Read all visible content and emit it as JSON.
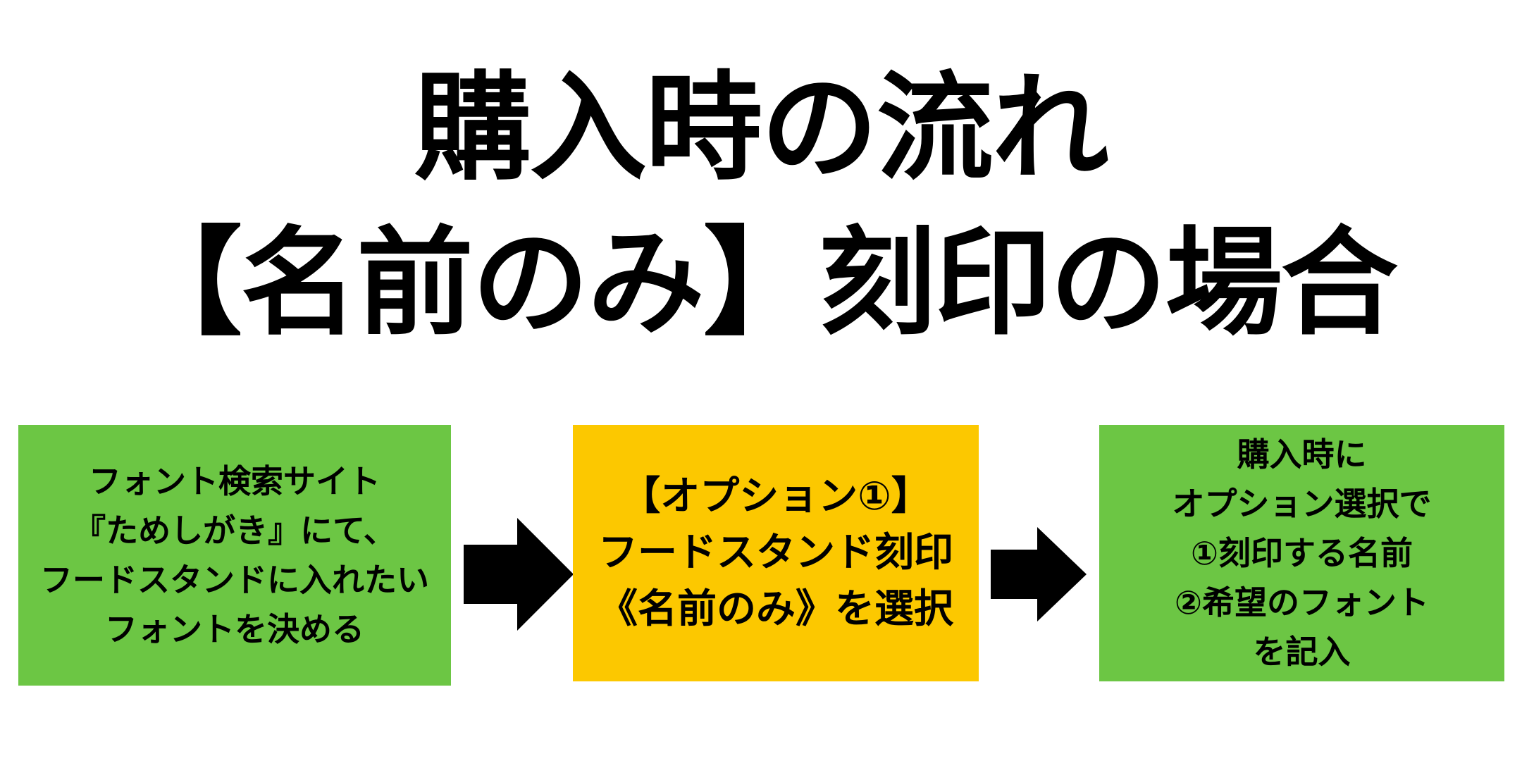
{
  "title": {
    "line1": "購入時の流れ",
    "line2": "【名前のみ】刻印の場合"
  },
  "colors": {
    "green": "#6cc644",
    "yellow": "#fcc800",
    "text": "#000000",
    "arrow": "#000000"
  },
  "steps": [
    {
      "lines": [
        "フォント検索サイト",
        "『ためしがき』にて、",
        "フードスタンドに入れたい",
        "フォントを決める"
      ]
    },
    {
      "lines": [
        "【オプション①】",
        "フードスタンド刻印",
        "《名前のみ》を選択"
      ]
    },
    {
      "lines": [
        "購入時に",
        "オプション選択で",
        "①刻印する名前",
        "②希望のフォント",
        "を記入"
      ]
    }
  ]
}
